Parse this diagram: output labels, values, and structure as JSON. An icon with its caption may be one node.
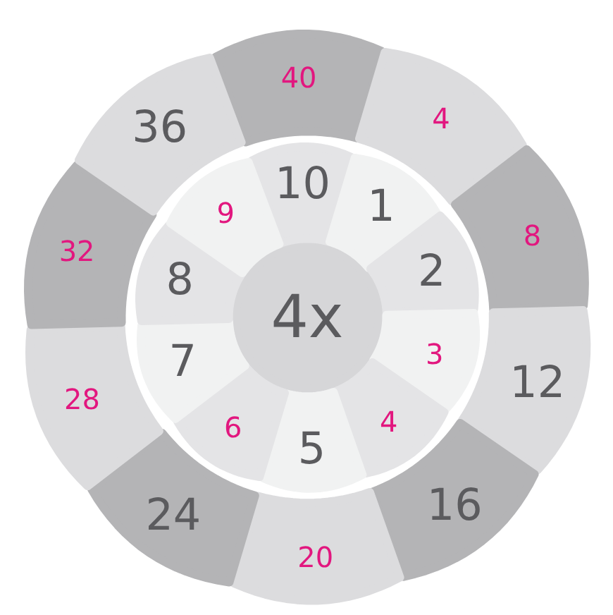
{
  "diagram": {
    "nodes": [
      {
        "text": [
          "4x"
        ]
      },
      {
        "text": [
          "10"
        ]
      },
      {
        "text": [
          "1"
        ]
      },
      {
        "text": [
          "2"
        ]
      },
      {
        "text": [
          "3"
        ]
      },
      {
        "text": [
          "4"
        ]
      },
      {
        "text": [
          "5"
        ]
      },
      {
        "text": [
          "6"
        ]
      },
      {
        "text": [
          "7"
        ]
      },
      {
        "text": [
          "8"
        ]
      },
      {
        "text": [
          "9"
        ]
      },
      {
        "text": [
          "40"
        ]
      },
      {
        "text": [
          "4"
        ]
      },
      {
        "text": [
          "8"
        ]
      },
      {
        "text": [
          "12"
        ]
      },
      {
        "text": [
          "16"
        ]
      },
      {
        "text": [
          "20"
        ]
      },
      {
        "text": [
          "24"
        ]
      },
      {
        "text": [
          "28"
        ]
      },
      {
        "text": [
          "32"
        ]
      },
      {
        "text": [
          "36"
        ]
      }
    ]
  }
}
